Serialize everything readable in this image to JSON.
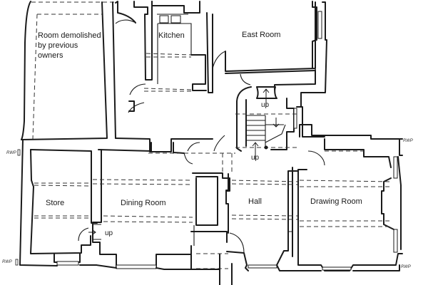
{
  "plan": {
    "rooms": [
      {
        "id": "demolished",
        "label_lines": [
          "Room demolished",
          "by previous",
          "owners"
        ]
      },
      {
        "id": "kitchen",
        "label": "Kitchen"
      },
      {
        "id": "east_room",
        "label": "East Room"
      },
      {
        "id": "store",
        "label": "Store"
      },
      {
        "id": "dining_room",
        "label": "Dining Room"
      },
      {
        "id": "hall",
        "label": "Hall"
      },
      {
        "id": "drawing_room",
        "label": "Drawing Room"
      }
    ],
    "stair_labels": {
      "upper": "up",
      "lower": "up",
      "store_step": "up"
    },
    "annotations": {
      "rwp_left_upper": "RWP",
      "rwp_left_lower": "RWP",
      "rwp_right_upper": "RWP",
      "rwp_right_lower": "RWP"
    },
    "colors": {
      "line": "#1a1a1a",
      "background": "#ffffff"
    }
  }
}
